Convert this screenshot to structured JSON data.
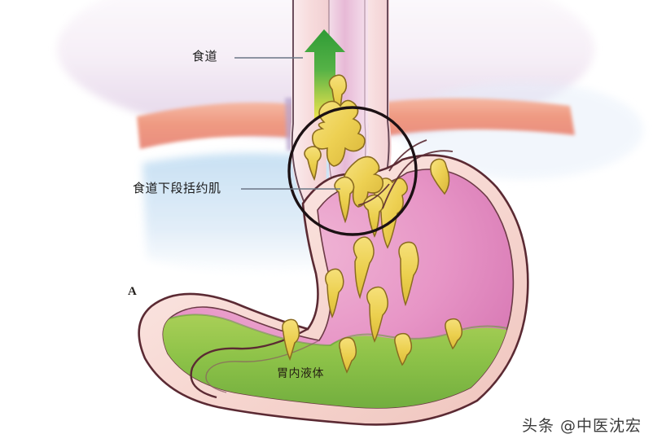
{
  "figure": {
    "title": "Gastroesophageal reflux anatomical illustration",
    "panel_letter": "A",
    "labels": {
      "esophagus": "食道",
      "lower_esophageal_sphincter": "食道下段括约肌",
      "gastric_fluid": "胃内液体"
    },
    "annotations": {
      "highlight_circle": "lower-esophageal-sphincter-highlight",
      "reflux_arrow": "upward-reflux-arrow"
    },
    "structures": [
      "esophagus",
      "diaphragm",
      "lower-esophageal-sphincter",
      "stomach-body",
      "gastric-fluid",
      "duodenum",
      "refluxate-droplets"
    ],
    "colors": {
      "background": "#ffffff",
      "stomach_wall": "#f6d6d0",
      "stomach_wall_outline": "#5b2a33",
      "mucosa_pink": "#e694c4",
      "gastric_fluid_green": "#8cc34a",
      "refluxate_yellow": "#f0d34e",
      "diaphragm_salmon": "#f09b84",
      "arrow_green": "#35a83a",
      "arrow_yellow": "#e8e24a",
      "sub_diaphragm_blue": "#cfe4f5",
      "leader_line": "#6b7785",
      "circle_outline": "#1c1114"
    }
  },
  "watermark": {
    "text": "头条 @中医沈宏"
  }
}
